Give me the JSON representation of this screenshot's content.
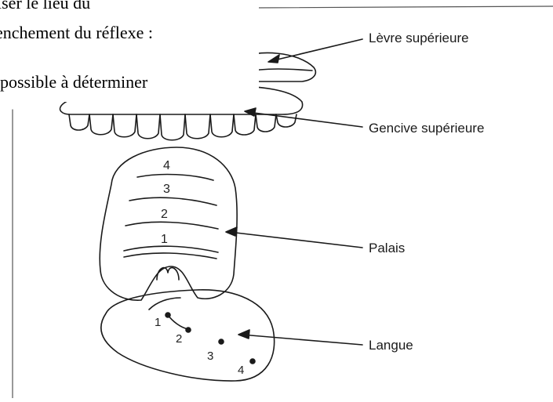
{
  "overlay": {
    "line1": "iser le lieu du",
    "line2": "enchement du réflexe :",
    "line3": "possible à déterminer"
  },
  "labels": {
    "upper_lip": "Lèvre supérieure",
    "upper_gum": "Gencive supérieure",
    "palate": "Palais",
    "tongue": "Langue"
  },
  "palate_zones": [
    "4",
    "3",
    "2",
    "1"
  ],
  "tongue_points": [
    "1",
    "2",
    "3",
    "4"
  ],
  "colors": {
    "ink": "#1a1a1a",
    "background": "#ffffff"
  }
}
